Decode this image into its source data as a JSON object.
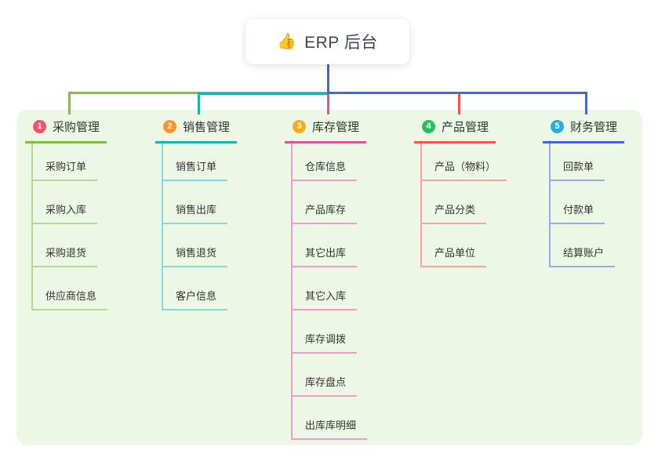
{
  "root": {
    "icon": "thumbs-up-icon",
    "emoji": "👍",
    "label": "ERP 后台"
  },
  "colors": {
    "background": "#ffffff",
    "panel": "#ecf7e6",
    "root_text": "#3d4656",
    "node_text": "#333333",
    "root_stem": "#4365dc"
  },
  "branches": [
    {
      "number": "1",
      "label": "采购管理",
      "badge_color": "#f4516c",
      "line_color": "#7fc13d",
      "child_line_color": "#b5d893",
      "children": [
        "采购订单",
        "采购入库",
        "采购退货",
        "供应商信息"
      ]
    },
    {
      "number": "2",
      "label": "销售管理",
      "badge_color": "#f9942f",
      "line_color": "#13b7b1",
      "child_line_color": "#8bd9d4",
      "children": [
        "销售订单",
        "销售出库",
        "销售退货",
        "客户信息"
      ]
    },
    {
      "number": "3",
      "label": "库存管理",
      "badge_color": "#fbac18",
      "line_color": "#e0509c",
      "child_line_color": "#f09cc8",
      "children": [
        "仓库信息",
        "产品库存",
        "其它出库",
        "其它入库",
        "库存调拨",
        "库存盘点",
        "出库库明细"
      ]
    },
    {
      "number": "4",
      "label": "产品管理",
      "badge_color": "#29bd5e",
      "line_color": "#fa544e",
      "child_line_color": "#f8a39d",
      "children": [
        "产品（物料）",
        "产品分类",
        "产品单位"
      ]
    },
    {
      "number": "5",
      "label": "财务管理",
      "badge_color": "#2babe4",
      "line_color": "#4365dc",
      "child_line_color": "#96aaec",
      "children": [
        "回款单",
        "付款单",
        "结算账户"
      ]
    }
  ]
}
